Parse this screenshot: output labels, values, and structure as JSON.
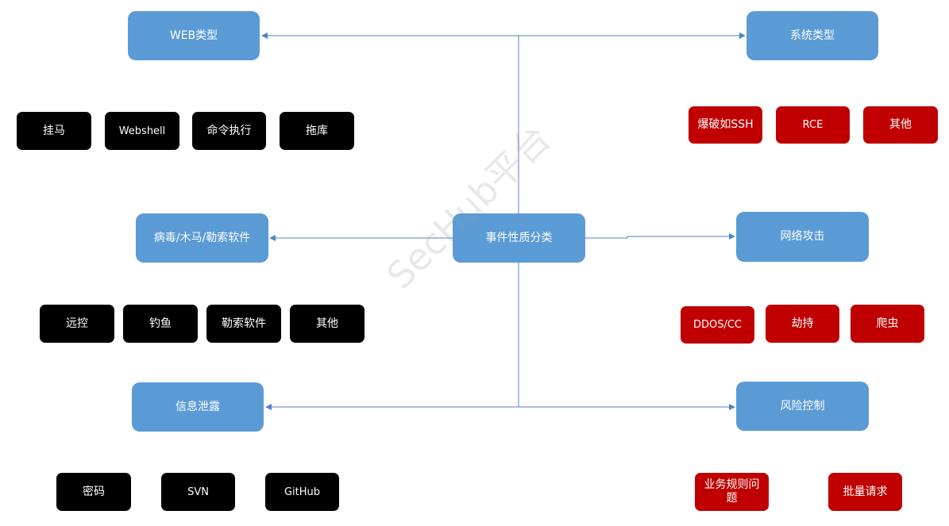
{
  "center": {
    "label": "事件性质分类"
  },
  "categories": {
    "web": {
      "label": "WEB类型"
    },
    "system": {
      "label": "系统类型"
    },
    "malware": {
      "label": "病毒/木马/勒索软件"
    },
    "network": {
      "label": "网络攻击"
    },
    "leak": {
      "label": "信息泄露"
    },
    "risk": {
      "label": "风险控制"
    }
  },
  "items": {
    "web": [
      "挂马",
      "Webshell",
      "命令执行",
      "拖库"
    ],
    "system": [
      "爆破如SSH",
      "RCE",
      "其他"
    ],
    "malware": [
      "远控",
      "钓鱼",
      "勒索软件",
      "其他"
    ],
    "network": [
      "DDOS/CC",
      "劫持",
      "爬虫"
    ],
    "leak": [
      "密码",
      "SVN",
      "GitHub"
    ],
    "risk": [
      "业务规则问题",
      "批量请求"
    ]
  },
  "watermark": "SecHub平台",
  "colors": {
    "category": "#5b9bd5",
    "left_items": "#000000",
    "right_items": "#c00000",
    "connector": "#4f86c6"
  }
}
